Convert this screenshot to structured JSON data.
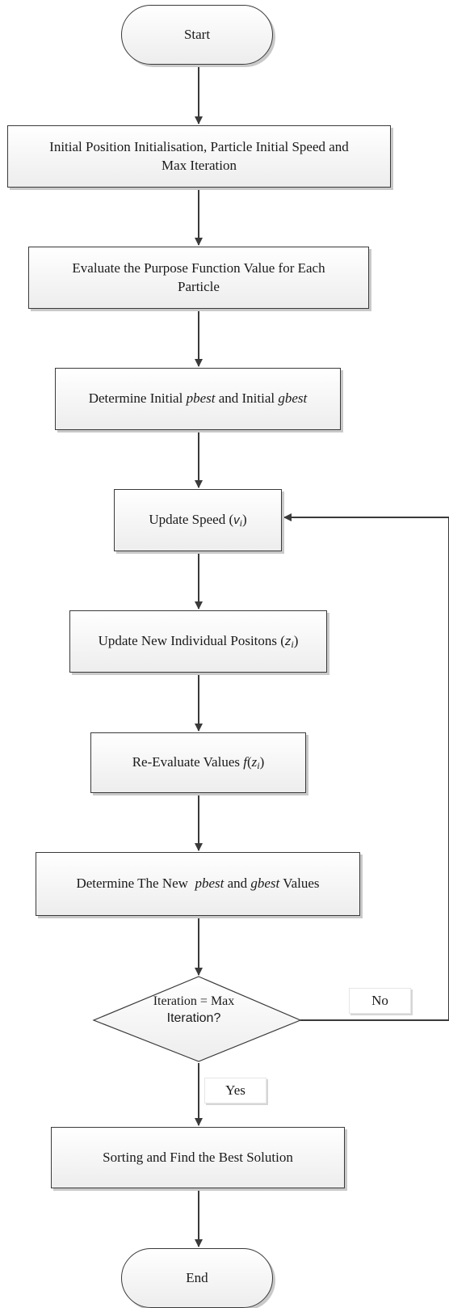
{
  "start": {
    "label": "Start"
  },
  "init": {
    "line1": "Initial Position Initialisation, Particle Initial Speed and",
    "line2": "Max Iteration"
  },
  "evaluate": {
    "line1": "Evaluate the Purpose Function Value for Each",
    "line2": "Particle"
  },
  "determine_initial": {
    "pre": "Determine Initial ",
    "pbest": "pbest",
    "mid": " and Initial ",
    "gbest": "gbest"
  },
  "update_speed": {
    "pre": "Update Speed (",
    "var": "v",
    "sub": "i",
    "post": ")"
  },
  "update_position": {
    "pre": "Update New Individual Positons (",
    "var": "z",
    "sub": "i",
    "post": ")"
  },
  "reevaluate": {
    "pre": "Re-Evaluate Values ",
    "fn": "f",
    "open": "(",
    "var": "z",
    "sub": "i",
    "post": ")"
  },
  "determine_new": {
    "pre": "Determine The New  ",
    "pbest": "pbest",
    "mid": " and ",
    "gbest": "gbest",
    "post": " Values"
  },
  "decision": {
    "line1": "Iteration = Max",
    "line2": "Iteration?"
  },
  "no_label": "No",
  "yes_label": "Yes",
  "sorting": {
    "label": "Sorting and Find the Best Solution"
  },
  "end": {
    "label": "End"
  }
}
